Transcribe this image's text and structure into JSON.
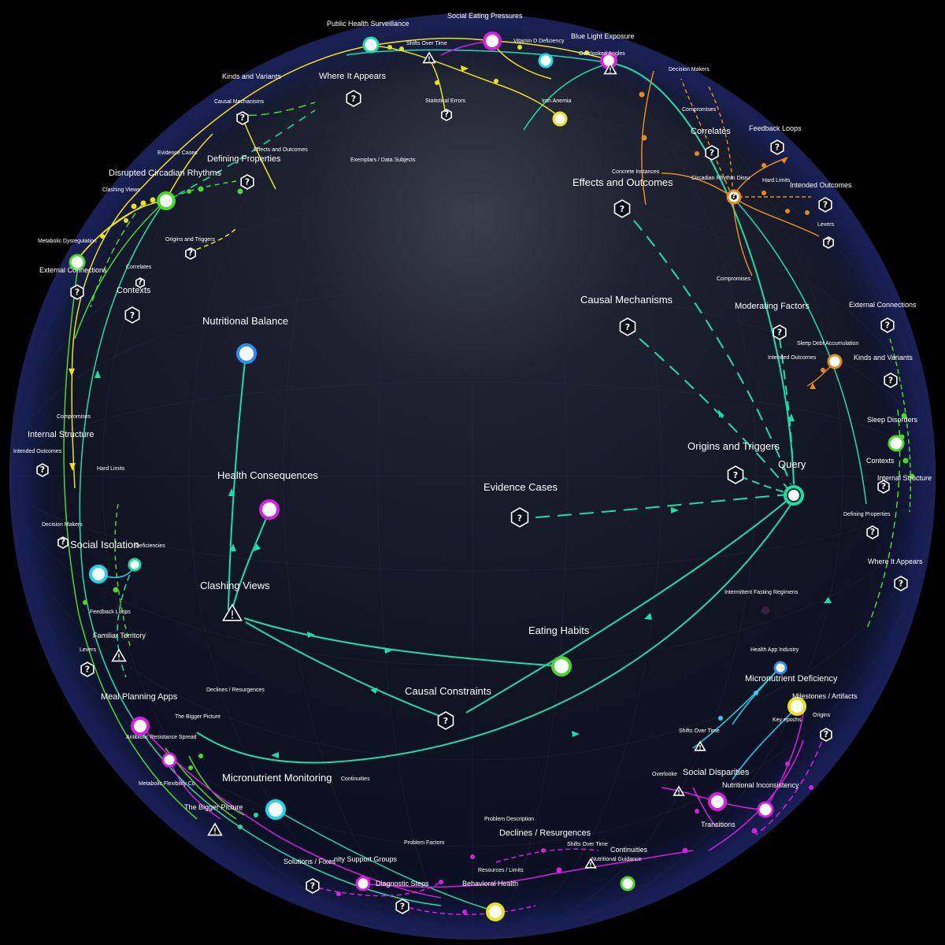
{
  "colors": {
    "background": "#000000",
    "sphere_fill": "#111627",
    "sphere_edge": "#1b2350",
    "teal": "#19e0a8",
    "green": "#4ad82a",
    "yellow": "#e8e21c",
    "orange": "#e88a1a",
    "magenta": "#d81ee0",
    "cyan": "#22d4e8",
    "blue": "#2a8ef0"
  },
  "labels": {
    "query": "Query",
    "nutritional_balance": "Nutritional Balance",
    "health_consequences": "Health Consequences",
    "clashing_views_center": "Clashing Views",
    "eating_habits": "Eating Habits",
    "causal_constraints": "Causal Constraints",
    "evidence_cases": "Evidence Cases",
    "origins_and_triggers_right": "Origins and Triggers",
    "causal_mechanisms_center": "Causal Mechanisms",
    "effects_and_outcomes_top": "Effects and Outcomes",
    "moderating_factors": "Moderating Factors",
    "intermittent_fasting": "Intermittent Fasting Regimens",
    "public_health_surveillance": "Public Health Surveillance",
    "social_eating_pressures": "Social Eating Pressures",
    "shifts_over_time_top": "Shifts Over Time",
    "vitamin_d_deficiency": "Vitamin D Deficiency",
    "blue_light_exposure": "Blue Light Exposure",
    "overlooked_angles_top": "Overlooked Angles",
    "decision_makers_top": "Decision Makers",
    "kinds_and_variants_top": "Kinds and Variants",
    "where_it_appears_top": "Where It Appears",
    "statistical_errors": "Statistical Errors",
    "iron_anemia": "Iron Anemia",
    "causal_mechanisms_top": "Causal Mechanisms",
    "effects_and_outcomes_left": "Effects and Outcomes",
    "evidence_cases_left": "Evidence Cases",
    "defining_properties_top": "Defining Properties",
    "exemplars": "Exemplars / Data Subjects",
    "disrupted_circadian": "Disrupted Circadian Rhythms",
    "clashing_views_left": "Clashing Views",
    "metabolic_dysregulation": "Metabolic Dysregulation",
    "origins_and_triggers_left": "Origins and Triggers",
    "correlates_left": "Correlates",
    "external_connections_left": "External Connections",
    "contexts_left": "Contexts",
    "compromises_top": "Compromises",
    "correlates_top": "Correlates",
    "feedback_loops_top": "Feedback Loops",
    "concrete_instances": "Concrete Instances",
    "circadian_rhythm_disruption": "Circadian Rhythm Disru",
    "hard_limits_top": "Hard Limits",
    "intended_outcomes_top": "Intended Outcomes",
    "levers_top": "Levers",
    "compromises_mid": "Compromises",
    "external_connections_right": "External Connections",
    "sleep_debt": "Sleep Debt Accumulation",
    "intended_outcomes_right": "Intended Outcomes",
    "kinds_and_variants_right": "Kinds and Variants",
    "sleep_disorders": "Sleep Disorders",
    "contexts_right": "Contexts",
    "internal_structure_right": "Internal Structure",
    "defining_properties_right": "Defining Properties",
    "where_it_appears_right": "Where It Appears",
    "compromises_left": "Compromises",
    "internal_structure_left": "Internal Structure",
    "intended_outcomes_left": "Intended Outcomes",
    "hard_limits_left": "Hard Limits",
    "decision_makers_left": "Decision Makers",
    "social_isolation": "Social Isolation",
    "deficiencies": "Deficiencies",
    "feedback_loops_left": "Feedback Loops",
    "familiar_territory": "Familiar Territory",
    "levers_left": "Levers",
    "meal_planning_apps": "Meal Planning Apps",
    "declines_resurgences_left": "Declines / Resurgences",
    "the_bigger_picture_1": "The Bigger Picture",
    "antibiotic_resistance": "Antibiotic Resistance Spread",
    "metabolic_flexibility": "Metabolic Flexibility Co",
    "micronutrient_monitoring": "Micronutrient Monitoring",
    "continuities_bottom": "Continuities",
    "the_bigger_picture_2": "The Bigger Picture",
    "health_app_industry": "Health App Industry",
    "micronutrient_deficiency": "Micronutrient Deficiency",
    "milestones_artifacts": "Milestones / Artifacts",
    "key_epochs": "Key epochs",
    "origins_bottom": "Origins",
    "shifts_over_time_right": "Shifts Over Time",
    "overlooked_bottom": "Overlooke",
    "social_disparities": "Social Disparities",
    "nutritional_inconsistency": "Nutritional Inconsistency",
    "transitions": "Transitions",
    "problem_description": "Problem Description",
    "problem_factors": "Problem Factors",
    "declines_resurgences_bottom": "Declines / Resurgences",
    "shifts_over_time_bottom": "Shifts Over Time",
    "continuities_right": "Continuities",
    "nutritional_guidance": "Nutritional Guidance",
    "solutions_fixes": "Solutions / Fixes",
    "community_support": "nity Support Groups",
    "diagnostic_steps": "Diagnostic Steps",
    "resources_limits": "Resources / Limits",
    "behavioral_health": "Behavioral Health"
  }
}
